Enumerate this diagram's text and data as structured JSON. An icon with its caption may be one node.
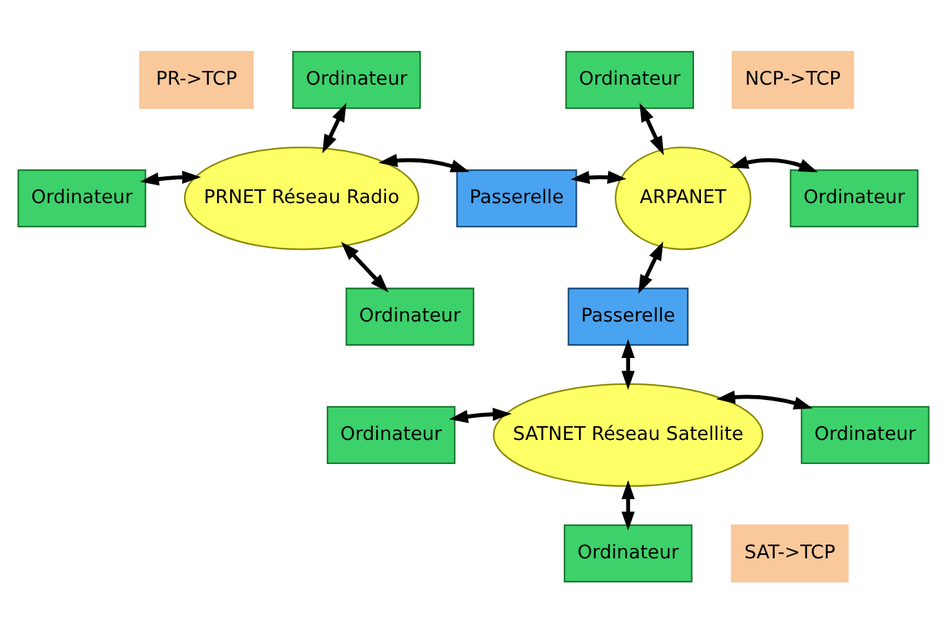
{
  "diagram": {
    "nodes": [
      {
        "text": [
          "PR->TCP"
        ]
      },
      {
        "text": [
          "Ordinateur"
        ]
      },
      {
        "text": [
          "Ordinateur"
        ]
      },
      {
        "text": [
          "NCP->TCP"
        ]
      },
      {
        "text": [
          "Ordinateur"
        ]
      },
      {
        "text": [
          "PRNET Réseau Radio"
        ]
      },
      {
        "text": [
          "Passerelle"
        ]
      },
      {
        "text": [
          "ARPANET"
        ]
      },
      {
        "text": [
          "Ordinateur"
        ]
      },
      {
        "text": [
          "Ordinateur"
        ]
      },
      {
        "text": [
          "Passerelle"
        ]
      },
      {
        "text": [
          "Ordinateur"
        ]
      },
      {
        "text": [
          "SATNET Réseau Satellite"
        ]
      },
      {
        "text": [
          "Ordinateur"
        ]
      },
      {
        "text": [
          "Ordinateur"
        ]
      },
      {
        "text": [
          "SAT->TCP"
        ]
      }
    ],
    "edges": [
      {
        "from": 1,
        "to": 5,
        "arrow": "both"
      },
      {
        "from": 4,
        "to": 5,
        "arrow": "both"
      },
      {
        "from": 5,
        "to": 6,
        "arrow": "both"
      },
      {
        "from": 5,
        "to": 9,
        "arrow": "both"
      },
      {
        "from": 6,
        "to": 7,
        "arrow": "both"
      },
      {
        "from": 2,
        "to": 7,
        "arrow": "both"
      },
      {
        "from": 7,
        "to": 8,
        "arrow": "both"
      },
      {
        "from": 7,
        "to": 10,
        "arrow": "both"
      },
      {
        "from": 10,
        "to": 12,
        "arrow": "both"
      },
      {
        "from": 11,
        "to": 12,
        "arrow": "both"
      },
      {
        "from": 12,
        "to": 13,
        "arrow": "both"
      },
      {
        "from": 12,
        "to": 14,
        "arrow": "both"
      }
    ]
  }
}
